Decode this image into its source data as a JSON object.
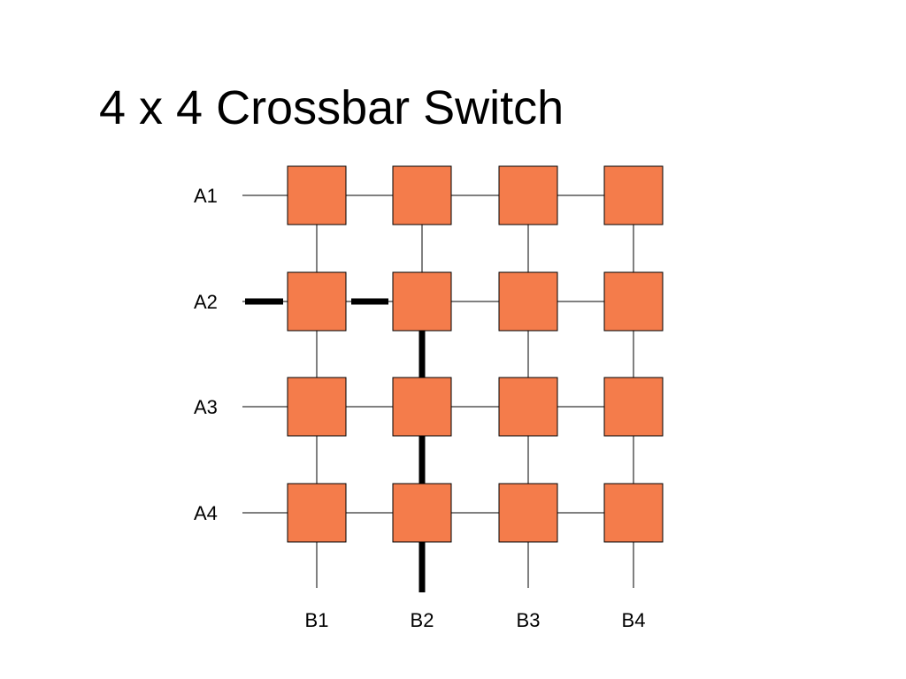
{
  "title": "4 x 4 Crossbar Switch",
  "rows": [
    "A1",
    "A2",
    "A3",
    "A4"
  ],
  "columns": [
    "B1",
    "B2",
    "B3",
    "B4"
  ],
  "colors": {
    "switch_fill": "#F47C4B",
    "switch_stroke": "#000000",
    "wire": "#000000",
    "path": "#000000"
  },
  "active_path": {
    "input": "A2",
    "output": "B2",
    "via_switch": "A2-B2"
  }
}
